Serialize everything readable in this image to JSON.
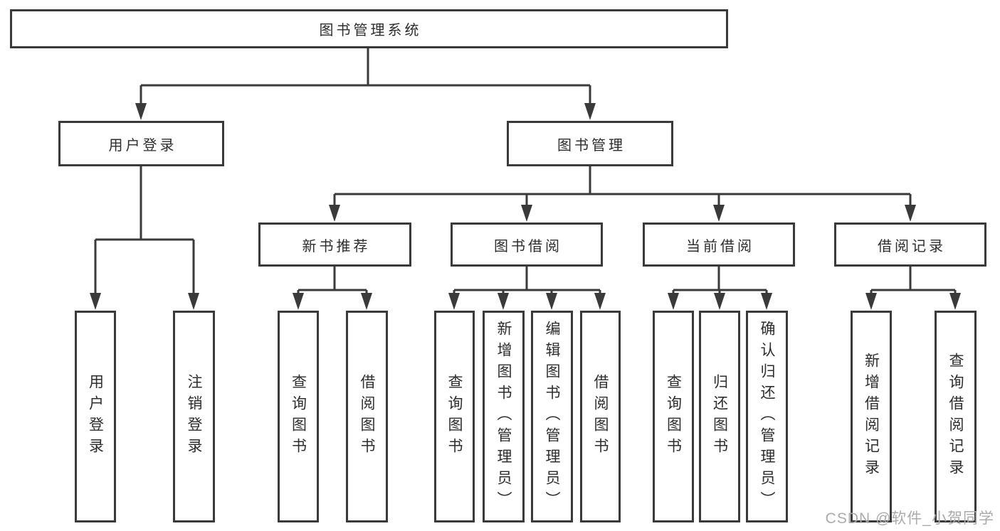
{
  "diagram": {
    "type": "tree",
    "orientation": "top-down",
    "colors": {
      "background": "#ffffff",
      "line": "#3a3a3a",
      "box_border": "#3a3a3a",
      "box_fill": "#ffffff",
      "text": "#2d2d2d",
      "watermark": "#ababab"
    },
    "tree": {
      "root": {
        "label": "图书管理系统"
      },
      "children": [
        {
          "label": "用户登录",
          "children": [
            {
              "label": "用户登录"
            },
            {
              "label": "注销登录"
            }
          ]
        },
        {
          "label": "图书管理",
          "children": [
            {
              "label": "新书推荐",
              "children": [
                {
                  "label": "查询图书"
                },
                {
                  "label": "借阅图书"
                }
              ]
            },
            {
              "label": "图书借阅",
              "children": [
                {
                  "label": "查询图书"
                },
                {
                  "label": "新增图书（管理员）"
                },
                {
                  "label": "编辑图书（管理员）"
                },
                {
                  "label": "借阅图书"
                }
              ]
            },
            {
              "label": "当前借阅",
              "children": [
                {
                  "label": "查询图书"
                },
                {
                  "label": "归还图书"
                },
                {
                  "label": "确认归还（管理员）"
                }
              ]
            },
            {
              "label": "借阅记录",
              "children": [
                {
                  "label": "新增借阅记录"
                },
                {
                  "label": "查询借阅记录"
                }
              ]
            }
          ]
        }
      ]
    },
    "watermark": "CSDN @软件_小贺同学"
  }
}
